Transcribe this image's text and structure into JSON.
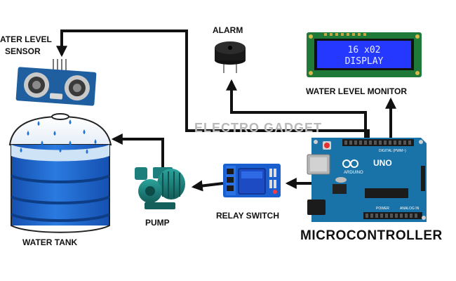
{
  "labels": {
    "sensor_line1": "ATER LEVEL",
    "sensor_line2": "SENSOR",
    "alarm": "ALARM",
    "monitor": "WATER LEVEL MONITOR",
    "watermark": "ELECTRO GADGET",
    "tank": "WATER TANK",
    "pump": "PUMP",
    "relay": "RELAY SWITCH",
    "microcontroller": "MICROCONTROLLER"
  },
  "lcd": {
    "line1": "16 x02",
    "line2": "DISPLAY"
  },
  "board": {
    "uno": "UNO",
    "arduino": "ARDUINO",
    "digital": "DIGITAL (PWM~)",
    "power": "POWER",
    "analog": "ANALOG IN"
  },
  "colors": {
    "arrow": "#111111",
    "tank_water": "#1f63c9",
    "lcd_blue": "#2438ff",
    "lcd_green": "#1f7a3a",
    "board_blue": "#1a73a8",
    "pump_teal": "#1d7f7c",
    "relay_blue": "#1a5fd0",
    "watermark": "#b9b9b9"
  },
  "icons": [
    "ultrasonic-sensor-icon",
    "buzzer-icon",
    "lcd-display-icon",
    "water-tank-icon",
    "pump-icon",
    "relay-module-icon",
    "arduino-board-icon"
  ]
}
